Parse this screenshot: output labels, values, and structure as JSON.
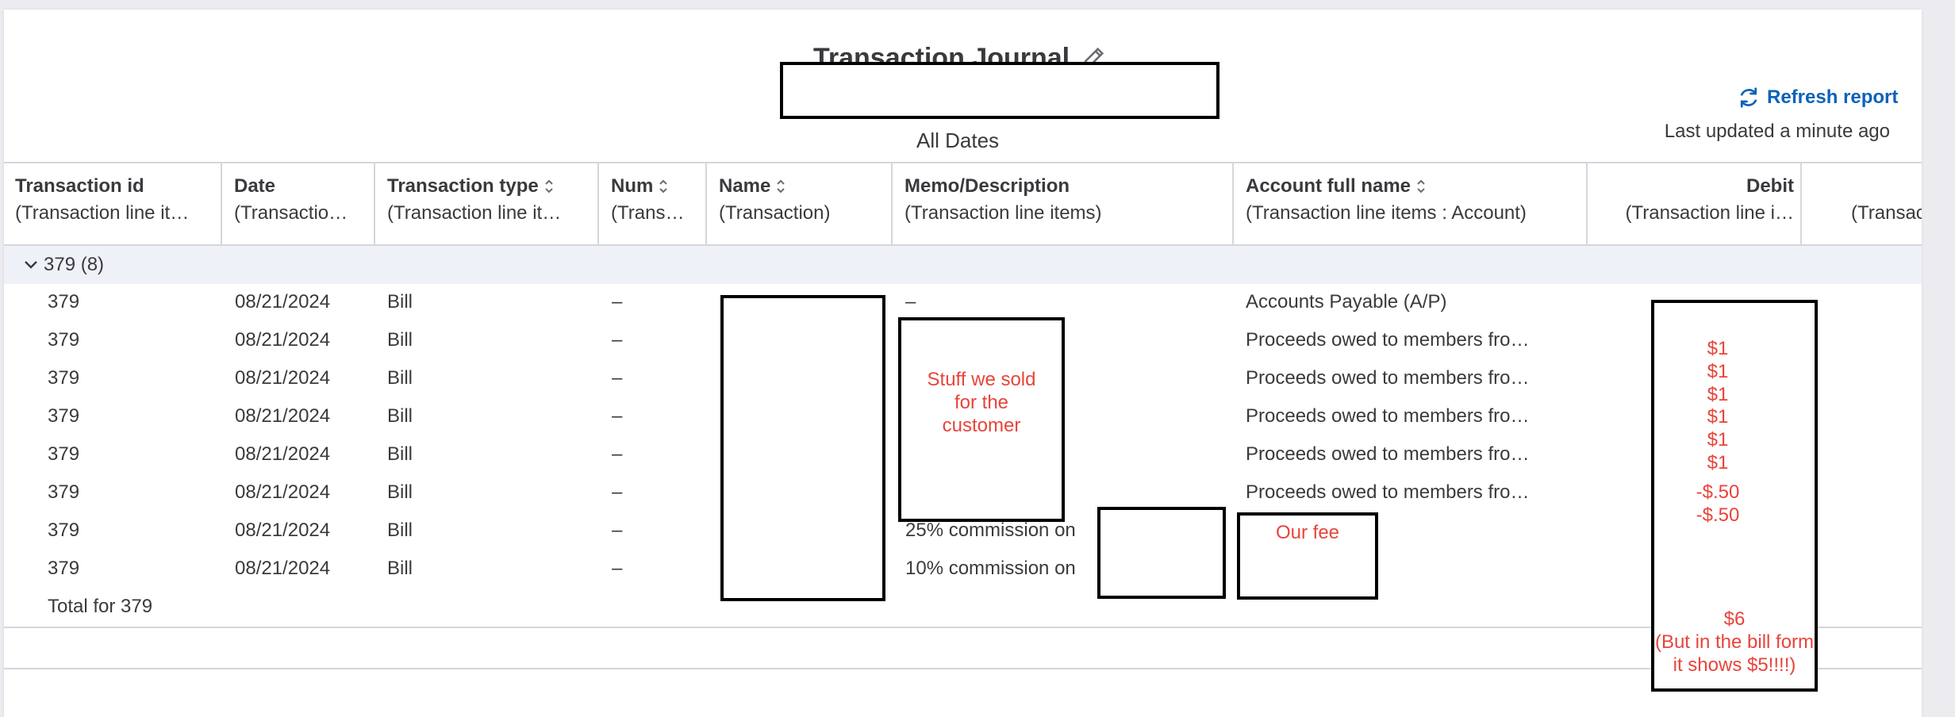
{
  "report": {
    "title": "Transaction Journal",
    "date_range": "All Dates",
    "refresh_label": "Refresh report",
    "last_updated": "Last updated a minute ago"
  },
  "columns": [
    {
      "title": "Transaction id",
      "sub": "(Transaction line it…",
      "sortable": false
    },
    {
      "title": "Date",
      "sub": "(Transactio…",
      "sortable": false
    },
    {
      "title": "Transaction type",
      "sub": "(Transaction line it…",
      "sortable": true
    },
    {
      "title": "Num",
      "sub": "(Trans…",
      "sortable": true
    },
    {
      "title": "Name",
      "sub": "(Transaction)",
      "sortable": true
    },
    {
      "title": "Memo/Description",
      "sub": "(Transaction line items)",
      "sortable": false
    },
    {
      "title": "Account full name",
      "sub": "(Transaction line items : Account)",
      "sortable": true
    },
    {
      "title": "Debit",
      "sub": "(Transaction line i…",
      "sortable": false
    },
    {
      "title": "",
      "sub": "(Transac",
      "sortable": false
    }
  ],
  "group": {
    "label": "379 (8)"
  },
  "rows": [
    {
      "id": "379",
      "date": "08/21/2024",
      "type": "Bill",
      "num": "–",
      "memo": "–",
      "account": "Accounts Payable (A/P)"
    },
    {
      "id": "379",
      "date": "08/21/2024",
      "type": "Bill",
      "num": "–",
      "memo": "",
      "account": "Proceeds owed to members fro…"
    },
    {
      "id": "379",
      "date": "08/21/2024",
      "type": "Bill",
      "num": "–",
      "memo": "",
      "account": "Proceeds owed to members fro…"
    },
    {
      "id": "379",
      "date": "08/21/2024",
      "type": "Bill",
      "num": "–",
      "memo": "",
      "account": "Proceeds owed to members fro…"
    },
    {
      "id": "379",
      "date": "08/21/2024",
      "type": "Bill",
      "num": "–",
      "memo": "",
      "account": "Proceeds owed to members fro…"
    },
    {
      "id": "379",
      "date": "08/21/2024",
      "type": "Bill",
      "num": "–",
      "memo": "",
      "account": "Proceeds owed to members fro…"
    },
    {
      "id": "379",
      "date": "08/21/2024",
      "type": "Bill",
      "num": "–",
      "memo": "25% commission on",
      "account": ""
    },
    {
      "id": "379",
      "date": "08/21/2024",
      "type": "Bill",
      "num": "–",
      "memo": "10% commission on",
      "account": ""
    }
  ],
  "total_label": "Total for 379",
  "annotations": {
    "memo_note": [
      "Stuff we sold",
      "for the",
      "customer"
    ],
    "fee_note": "Our fee",
    "debits": [
      "$1",
      "$1",
      "$1",
      "$1",
      "$1",
      "$1",
      "-$.50",
      "-$.50"
    ],
    "total_value": "$6",
    "total_note_1": "(But in the bill form",
    "total_note_2": "it  shows $5!!!!)"
  },
  "colors": {
    "link": "#0d62b8",
    "annotation": "#e8443a",
    "group_bg": "#eef1f7"
  }
}
